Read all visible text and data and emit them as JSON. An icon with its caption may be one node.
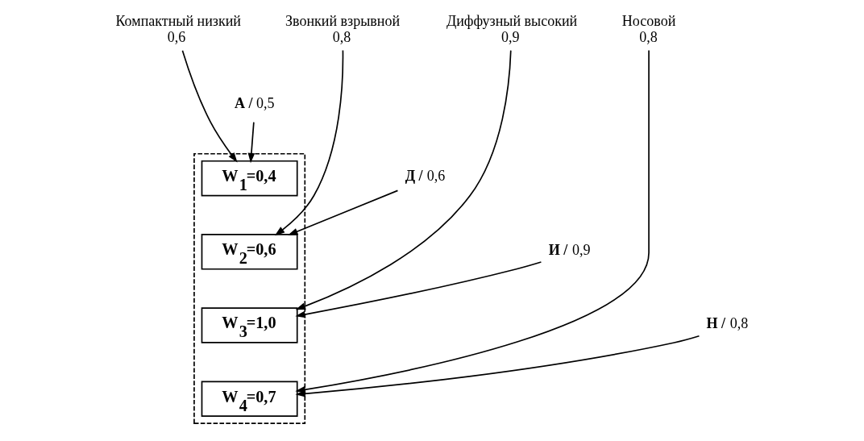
{
  "diagram": {
    "nodes": [
      {
        "text": [],
        "shape": "box"
      },
      {
        "text": [
          "Компактный низкий",
          "0,6"
        ]
      },
      {
        "text": [
          "Звонкий взрывной",
          "0,8"
        ]
      },
      {
        "text": [
          "Диффузный высокий",
          "0,9"
        ]
      },
      {
        "text": [
          "Носовой",
          "0,8"
        ]
      },
      {
        "text": [
          "**А /** 0,5"
        ]
      },
      {
        "text": [
          "**Д /** 0,6"
        ]
      },
      {
        "text": [
          "**И /** 0,9"
        ]
      },
      {
        "text": [
          "**Н /** 0,8"
        ]
      },
      {
        "text": [
          "W$_{1}$=0,4"
        ],
        "in": 0
      },
      {
        "text": [
          "W$_{2}$=0,6"
        ],
        "in": 0
      },
      {
        "text": [
          "W$_{3}$=1,0"
        ],
        "in": 0
      },
      {
        "text": [
          "W$_{4}$=0,7"
        ],
        "in": 0
      }
    ],
    "edges": [
      {
        "from": 1,
        "to": 9,
        "arrow": "to"
      },
      {
        "from": 2,
        "to": 10,
        "arrow": "to"
      },
      {
        "from": 3,
        "to": 11,
        "arrow": "to"
      },
      {
        "from": 4,
        "to": 12,
        "arrow": "to"
      },
      {
        "from": 5,
        "to": 9,
        "arrow": "to"
      },
      {
        "from": 6,
        "to": 10,
        "arrow": "to"
      },
      {
        "from": 7,
        "to": 11,
        "arrow": "to"
      },
      {
        "from": 8,
        "to": 12,
        "arrow": "to"
      }
    ]
  }
}
